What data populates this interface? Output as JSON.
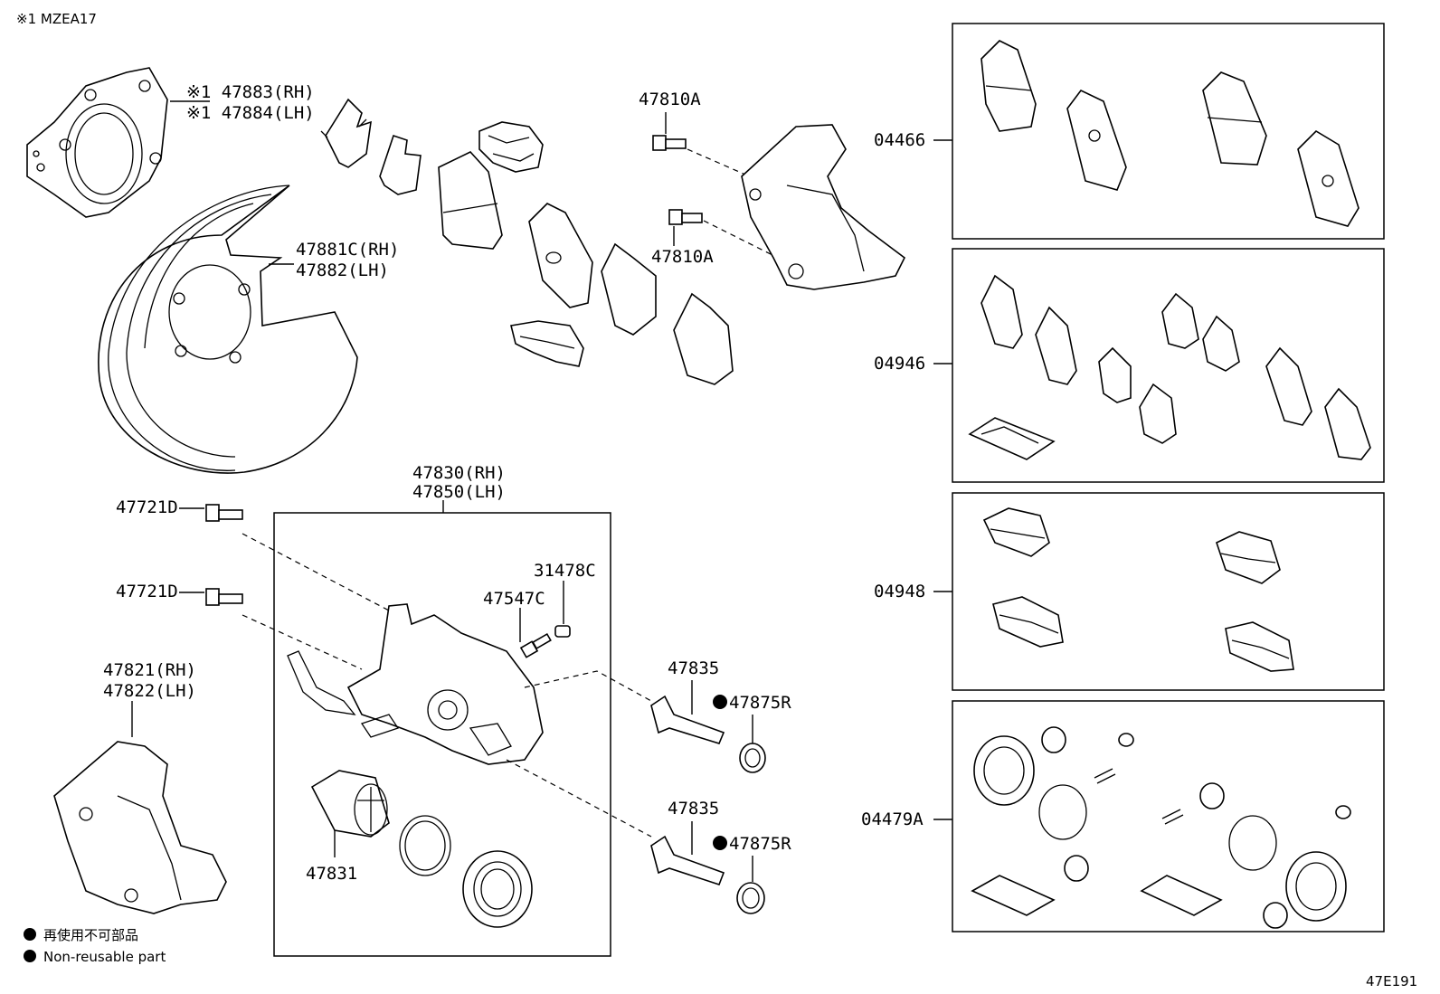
{
  "header": {
    "note": "※1 MZEA17"
  },
  "footer": {
    "code": "47E191"
  },
  "legend": {
    "jp": "再使用不可部品",
    "en": "Non-reusable part"
  },
  "labels": {
    "p47883": "※1 47883(RH)",
    "p47884": "※1 47884(LH)",
    "p47881c": "47881C(RH)",
    "p47882": "47882(LH)",
    "p47810a_1": "47810A",
    "p47810a_2": "47810A",
    "p47830": "47830(RH)",
    "p47850": "47850(LH)",
    "p47721d_1": "47721D",
    "p47721d_2": "47721D",
    "p31478c": "31478C",
    "p47547c": "47547C",
    "p47835_1": "47835",
    "p47875r_1": "47875R",
    "p47835_2": "47835",
    "p47875r_2": "47875R",
    "p47821": "47821(RH)",
    "p47822": "47822(LH)",
    "p47831": "47831",
    "k04466": "04466",
    "k04946": "04946",
    "k04948": "04948",
    "k04479a": "04479A"
  }
}
